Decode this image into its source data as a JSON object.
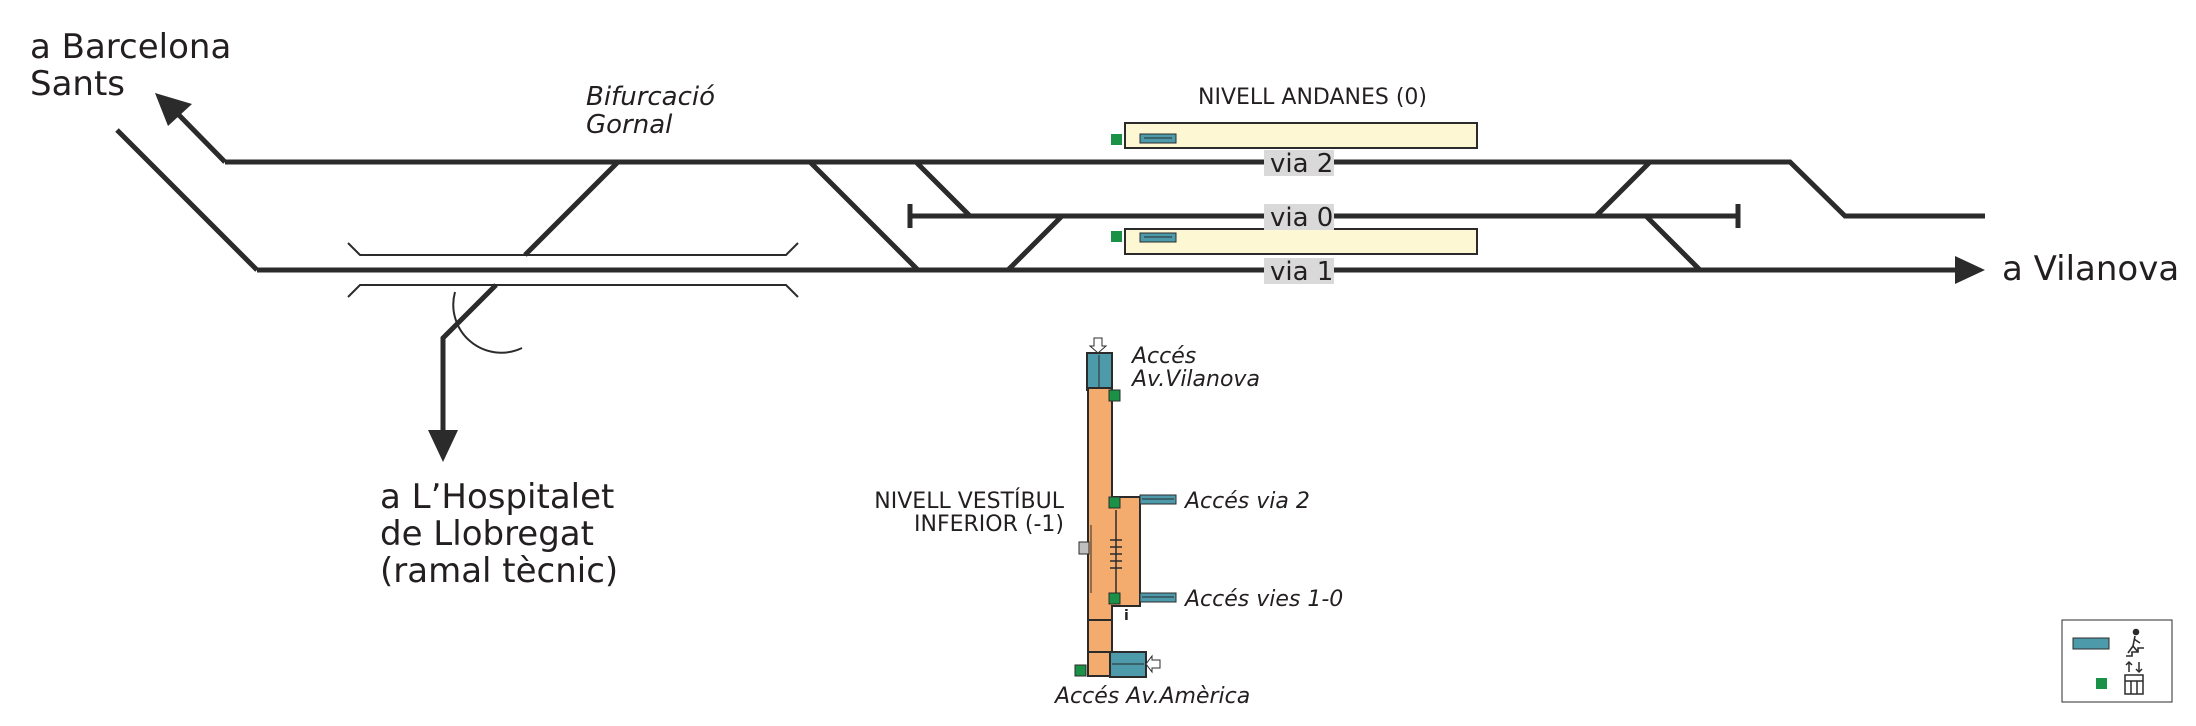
{
  "destinations": {
    "barcelona": [
      "a Barcelona",
      "Sants"
    ],
    "vilanova": "a Vilanova",
    "hospitalet": [
      "a L’Hospitalet",
      "de Llobregat",
      "(ramal tècnic)"
    ]
  },
  "junction": [
    "Bifurcació",
    "Gornal"
  ],
  "platform_level": "NIVELL ANDANES (0)",
  "tracks": {
    "via2": "via 2",
    "via0": "via 0",
    "via1": "via 1"
  },
  "vestibule_level": [
    "NIVELL VESTÍBUL",
    "INFERIOR (-1)"
  ],
  "accesses": {
    "vilanova": [
      "Accés",
      "Av.Vilanova"
    ],
    "via2": "Accés via 2",
    "vies10": "Accés vies 1-0",
    "america": "Accés Av.Amèrica"
  },
  "info_glyph": "i",
  "colors": {
    "track": "#2b2b2b",
    "platform": "#fdf7d4",
    "vestibule": "#f4ab6e",
    "stairs": "#4d9aab",
    "elevator": "#1a9146"
  },
  "legend": {
    "items": [
      {
        "swatch": "stairs",
        "icon": "person-walking-stairs-icon"
      },
      {
        "swatch": "elevator",
        "icon": "elevator-icon"
      }
    ]
  }
}
